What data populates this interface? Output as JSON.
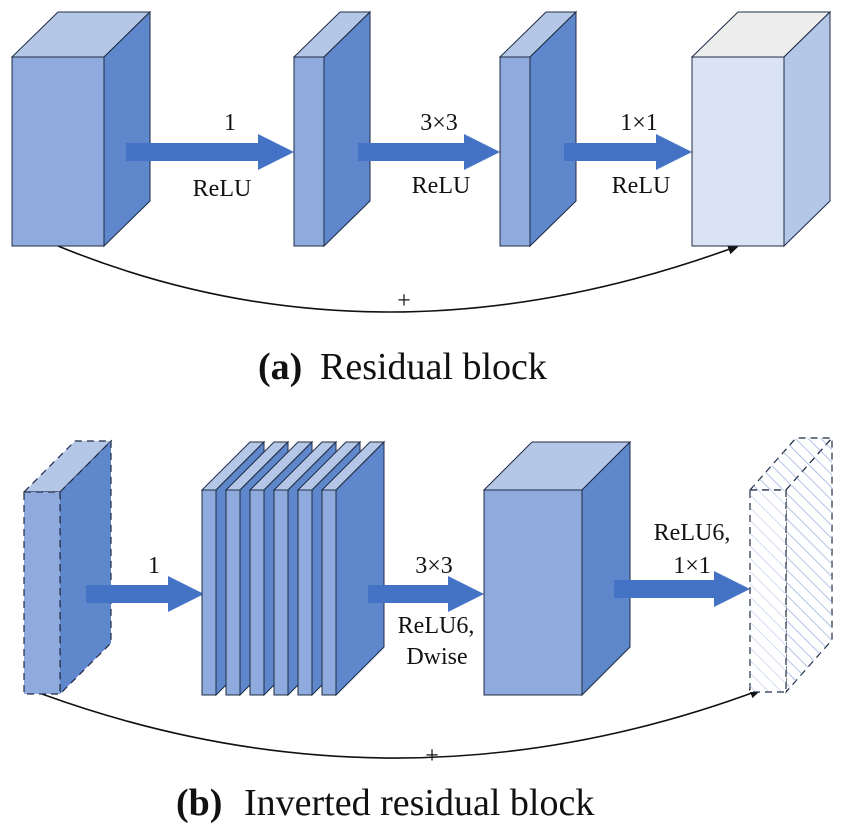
{
  "colors": {
    "front": "#8faadc",
    "side": "#5f87cc",
    "top": "#b4c7e7",
    "light_front": "#dae3f3",
    "light_side": "#b4c7e7",
    "light_top": "#ededed",
    "arrow": "#4472c4",
    "edge": "#1f2b44",
    "hatch": "#9bb1de"
  },
  "panel_a": {
    "arrow1": {
      "top": "1",
      "bottom": "ReLU"
    },
    "arrow2": {
      "top": "3×3",
      "bottom": "ReLU"
    },
    "arrow3": {
      "top": "1×1",
      "bottom": "ReLU"
    },
    "skip_label": "+",
    "caption_tag": "(a)",
    "caption_text": "Residual block"
  },
  "panel_b": {
    "arrow1": {
      "top": "1"
    },
    "arrow2": {
      "top": "3×3",
      "line2": "ReLU6,",
      "line3": "Dwise"
    },
    "arrow3": {
      "line1": "ReLU6,",
      "line2": "1×1"
    },
    "skip_label": "+",
    "caption_tag": "(b)",
    "caption_text": "Inverted residual block"
  }
}
